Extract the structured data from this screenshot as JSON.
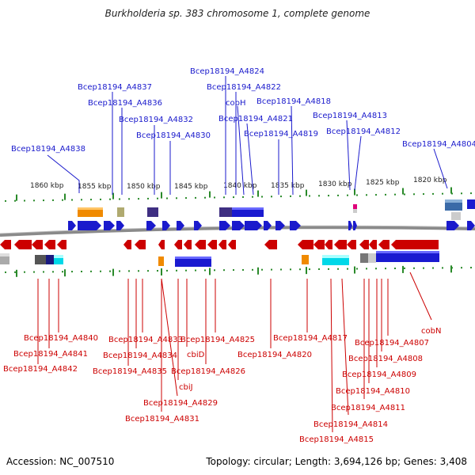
{
  "title": "Burkholderia sp. 383 chromosome 1, complete genome",
  "accession": "Accession: NC_007510",
  "summary": "Topology: circular; Length: 3,694,126 bp; Genes: 3,408",
  "scale_ticks": [
    "1860 kbp",
    "1855 kbp",
    "1850 kbp",
    "1845 kbp",
    "1840 kbp",
    "1835 kbp",
    "1830 kbp",
    "1825 kbp",
    "1820 kbp"
  ],
  "top_labels": [
    "Bcep18194_A4838",
    "Bcep18194_A4837",
    "Bcep18194_A4836",
    "Bcep18194_A4832",
    "Bcep18194_A4830",
    "Bcep18194_A4824",
    "Bcep18194_A4822",
    "cobH",
    "Bcep18194_A4821",
    "Bcep18194_A4818",
    "Bcep18194_A4819",
    "Bcep18194_A4813",
    "Bcep18194_A4812",
    "Bcep18194_A4804"
  ],
  "bottom_labels": [
    "Bcep18194_A4840",
    "Bcep18194_A4841",
    "Bcep18194_A4842",
    "Bcep18194_A4833",
    "Bcep18194_A4834",
    "Bcep18194_A4835",
    "Bcep18194_A4825",
    "cbiD",
    "Bcep18194_A4826",
    "cbiJ",
    "Bcep18194_A4829",
    "Bcep18194_A4831",
    "Bcep18194_A4817",
    "Bcep18194_A4820",
    "cobN",
    "Bcep18194_A4807",
    "Bcep18194_A4808",
    "Bcep18194_A4809",
    "Bcep18194_A4810",
    "Bcep18194_A4811",
    "Bcep18194_A4814",
    "Bcep18194_A4815"
  ],
  "colors": {
    "forward": "#1a1acc",
    "reverse": "#cc0000",
    "backbone": "#888888",
    "ticks": "#2a8a2a"
  }
}
